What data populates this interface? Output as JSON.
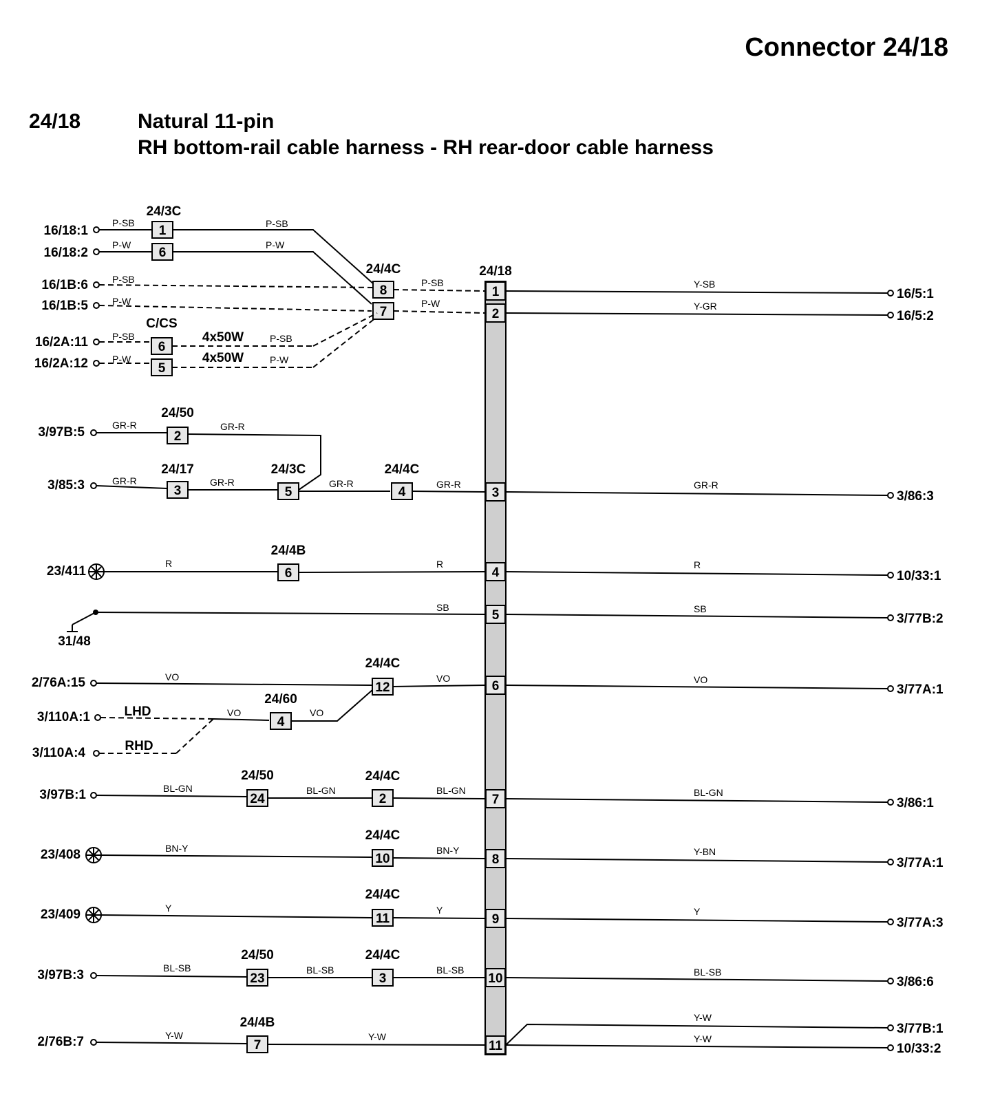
{
  "header": {
    "title": "Connector 24/18",
    "id": "24/18",
    "type": "Natural 11-pin",
    "description": "RH bottom-rail cable harness - RH rear-door cable harness"
  },
  "connector": {
    "label": "24/18",
    "pins": [
      "1",
      "2",
      "3",
      "4",
      "5",
      "6",
      "7",
      "8",
      "9",
      "10",
      "11"
    ]
  },
  "left_terminals": [
    "16/18:1",
    "16/18:2",
    "16/1B:6",
    "16/1B:5",
    "16/2A:11",
    "16/2A:12",
    "3/97B:5",
    "3/85:3",
    "23/411",
    "31/48",
    "2/76A:15",
    "3/110A:1",
    "3/110A:4",
    "3/97B:1",
    "23/408",
    "23/409",
    "3/97B:3",
    "2/76B:7"
  ],
  "right_terminals": [
    "16/5:1",
    "16/5:2",
    "3/86:3",
    "10/33:1",
    "3/77B:2",
    "3/77A:1",
    "3/86:1",
    "3/77A:1",
    "3/77A:3",
    "3/86:6",
    "3/77B:1",
    "10/33:2"
  ],
  "blocks": [
    {
      "label": "24/3C",
      "pins": [
        "1",
        "6"
      ]
    },
    {
      "label": "24/4C",
      "pins": [
        "8",
        "7"
      ]
    },
    {
      "label": "C/CS",
      "pins": [
        "6",
        "5"
      ]
    },
    {
      "label": "24/50",
      "pins": [
        "2"
      ]
    },
    {
      "label": "24/17",
      "pins": [
        "3"
      ]
    },
    {
      "label": "24/3C",
      "pins": [
        "5"
      ]
    },
    {
      "label": "24/4C",
      "pins": [
        "4"
      ]
    },
    {
      "label": "24/4B",
      "pins": [
        "6"
      ]
    },
    {
      "label": "24/4C",
      "pins": [
        "12"
      ]
    },
    {
      "label": "24/60",
      "pins": [
        "4"
      ]
    },
    {
      "label": "24/50",
      "pins": [
        "24"
      ]
    },
    {
      "label": "24/4C",
      "pins": [
        "2"
      ]
    },
    {
      "label": "24/4C",
      "pins": [
        "10"
      ]
    },
    {
      "label": "24/4C",
      "pins": [
        "11"
      ]
    },
    {
      "label": "24/50",
      "pins": [
        "23"
      ]
    },
    {
      "label": "24/4C",
      "pins": [
        "3"
      ]
    },
    {
      "label": "24/4B",
      "pins": [
        "7"
      ]
    }
  ],
  "wire_colors": [
    "P-SB",
    "P-W",
    "P-SB",
    "P-W",
    "P-SB",
    "P-W",
    "P-SB",
    "P-W",
    "P-SB",
    "P-W",
    "P-SB",
    "P-W",
    "Y-SB",
    "Y-GR",
    "GR-R",
    "GR-R",
    "GR-R",
    "GR-R",
    "GR-R",
    "GR-R",
    "GR-R",
    "R",
    "R",
    "R",
    "SB",
    "SB",
    "VO",
    "VO",
    "VO",
    "VO",
    "VO",
    "BL-GN",
    "BL-GN",
    "BL-GN",
    "BL-GN",
    "BN-Y",
    "BN-Y",
    "Y-BN",
    "Y",
    "Y",
    "Y",
    "BL-SB",
    "BL-SB",
    "BL-SB",
    "BL-SB",
    "Y-W",
    "Y-W",
    "Y-W",
    "Y-W"
  ],
  "misc_labels": [
    "4x50W",
    "4x50W",
    "LHD",
    "RHD"
  ]
}
